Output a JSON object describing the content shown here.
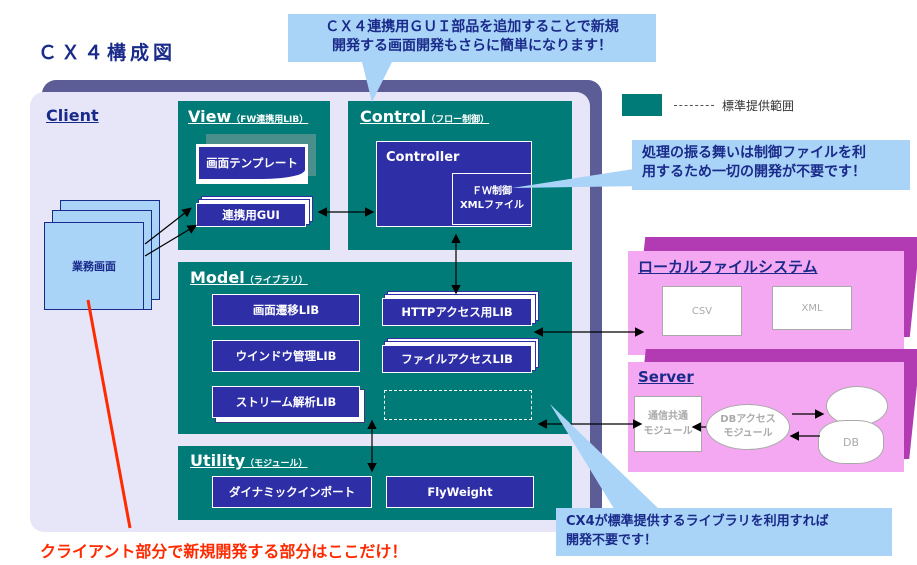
{
  "title": "ＣＸ４構成図",
  "callout_top": {
    "line1": "ＣＸ４連携用ＧＵＩ部品を追加することで新規",
    "line2": "開発する画面開発もさらに簡単になります！"
  },
  "callout_right": {
    "line1": "処理の振る舞いは制御ファイルを利",
    "line2": "用するため一切の開発が不要です！"
  },
  "callout_bottom": {
    "line1": "CX4が標準提供するライブラリを利用すれば",
    "line2": "開発不要です！"
  },
  "legend": {
    "label": "標準提供範囲"
  },
  "client": {
    "label": "Client",
    "screen_label": "業務画面"
  },
  "view": {
    "title": "View",
    "subtitle": "（FW連携用LIB）",
    "template": "画面テンプレート",
    "gui": "連携用GUI"
  },
  "control": {
    "title": "Control",
    "subtitle": "（フロー制御）",
    "controller": "Controller",
    "fw1": "ＦＷ制御",
    "fw2": "XMLファイル"
  },
  "model": {
    "title": "Model",
    "subtitle": "（ライブラリ）",
    "libs_left": [
      "画面遷移LIB",
      "ウインドウ管理LIB",
      "ストリーム解析LIB"
    ],
    "libs_right": [
      "HTTPアクセス用LIB",
      "ファイルアクセスLIB"
    ]
  },
  "utility": {
    "title": "Utility",
    "subtitle": "（モジュール）",
    "dyn": "ダイナミックインポート",
    "fly": "FlyWeight"
  },
  "localfs": {
    "title": "ローカルファイルシステム",
    "csv": "CSV",
    "xml": "XML"
  },
  "server": {
    "title": "Server",
    "comm1": "通信共通",
    "comm2": "モジュール",
    "db1": "DBアクセス",
    "db2": "モジュール",
    "db": "DB"
  },
  "footer": "クライアント部分で新規開発する部分はここだけ！",
  "colors": {
    "teal": "#007b78",
    "lib_blue": "#2e2ea6",
    "pink": "#f5a8f2",
    "callout": "#a9d4f7",
    "footer_red": "#ff2a00"
  }
}
